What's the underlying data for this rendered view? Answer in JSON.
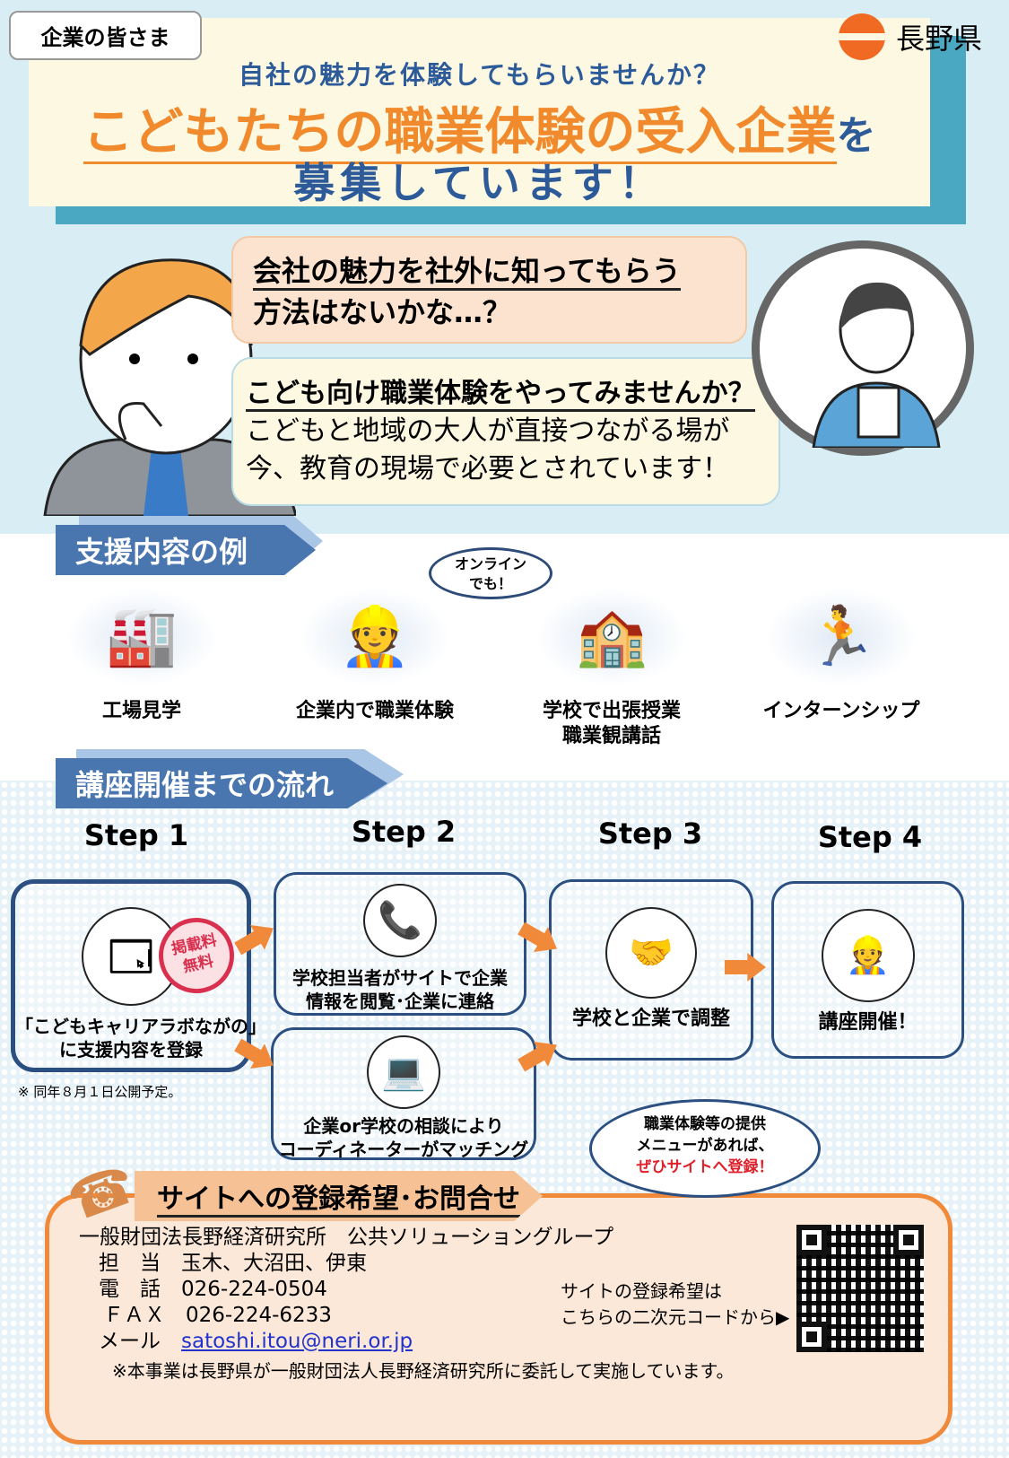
{
  "header": {
    "audience_tag": "企業の皆さま",
    "lead": "自社の魅力を体験してもらいませんか？",
    "title_main": "こどもたちの職業体験の受入企業",
    "title_particle": "を",
    "title_line2": "募集しています！",
    "logo_text": "長野県"
  },
  "bubbles": {
    "question_line1": "会社の魅力を社外に知ってもらう",
    "question_line2": "方法はないかな…？",
    "answer_heading": "こども向け職業体験をやってみませんか？",
    "answer_line1": "こどもと地域の大人が直接つながる場が",
    "answer_line2": "今、教育の現場で必要とされています！"
  },
  "support": {
    "heading": "支援内容の例",
    "online_note_line1": "オンライン",
    "online_note_line2": "でも！",
    "items": [
      {
        "label": "工場見学",
        "icon": "factory-icon"
      },
      {
        "label": "企業内で職業体験",
        "icon": "workers-icon"
      },
      {
        "label": "学校で出張授業",
        "label2": "職業観講話",
        "icon": "school-icon"
      },
      {
        "label": "インターンシップ",
        "icon": "businessman-icon"
      }
    ]
  },
  "flow": {
    "heading": "講座開催までの流れ",
    "steps": [
      {
        "label": "Step 1",
        "text1": "「こどもキャリアラボながの」",
        "text2": "に支援内容を登録",
        "badge1": "掲載料",
        "badge2": "無料",
        "note": "※ 同年８月１日公開予定。"
      },
      {
        "label": "Step 2",
        "text1": "学校担当者がサイトで企業",
        "text2": "情報を閲覧･企業に連絡",
        "alt_text1": "企業or学校の相談により",
        "alt_text2": "コーディネーターがマッチング"
      },
      {
        "label": "Step 3",
        "text1": "学校と企業で調整"
      },
      {
        "label": "Step 4",
        "text1": "講座開催！"
      }
    ],
    "callout_line1": "職業体験等の提供",
    "callout_line2": "メニューがあれば、",
    "callout_line3": "ぜひサイトへ登録！"
  },
  "contact": {
    "title": "サイトへの登録希望･お問合せ",
    "org": "一般財団法長野経済研究所　公共ソリューショングループ",
    "staff_label": "担　当",
    "staff": "玉木、大沼田、伊東",
    "tel_label": "電　話",
    "tel": "026-224-0504",
    "fax_label": "ＦＡＸ",
    "fax": "026-224-6233",
    "mail_label": "メール",
    "mail": "satoshi.itou@neri.or.jp",
    "qr_note1": "サイトの登録希望は",
    "qr_note2": "こちらの二次元コードから▶",
    "footnote": "※本事業は長野県が一般財団法人長野経済研究所に委託して実施しています。"
  },
  "colors": {
    "accent_orange": "#f08a2c",
    "brand_blue": "#2d5b9a",
    "teal": "#4aa8c3"
  }
}
